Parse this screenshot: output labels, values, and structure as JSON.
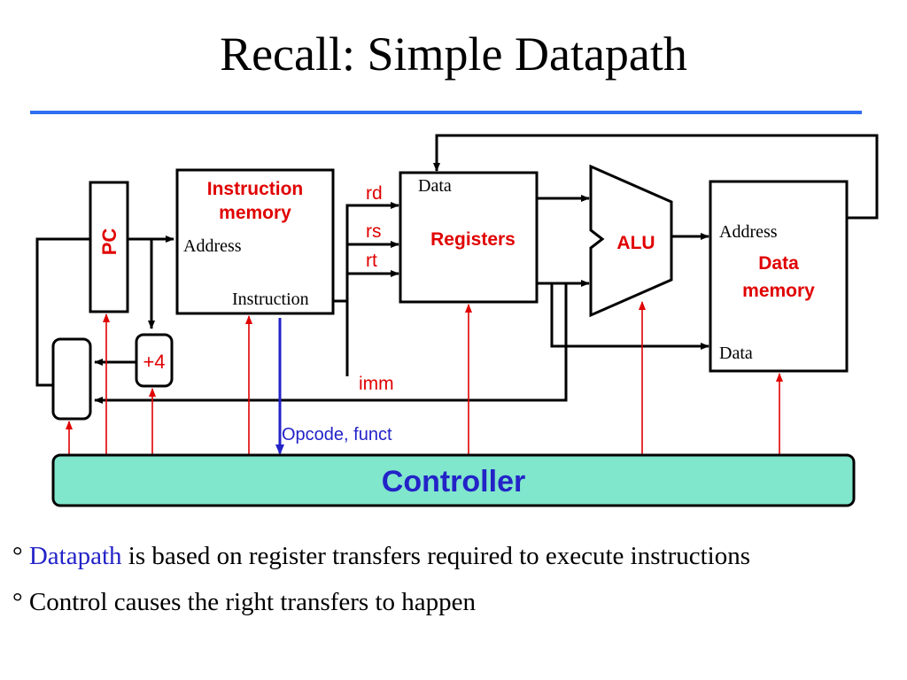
{
  "slide": {
    "title": "Recall: Simple Datapath"
  },
  "diagram": {
    "pc": "PC",
    "instruction_memory": {
      "title_line1": "Instruction",
      "title_line2": "memory",
      "address": "Address",
      "instruction": "Instruction"
    },
    "registers": {
      "title": "Registers",
      "data": "Data",
      "rd": "rd",
      "rs": "rs",
      "rt": "rt"
    },
    "alu": "ALU",
    "data_memory": {
      "title_line1": "Data",
      "title_line2": "memory",
      "address": "Address",
      "data": "Data"
    },
    "adder": "+4",
    "imm": "imm",
    "opcode_funct": "Opcode, funct",
    "controller": "Controller"
  },
  "bullets": [
    {
      "mark": "°",
      "highlight": "Datapath",
      "rest": " is based on register transfers required to execute instructions"
    },
    {
      "mark": "°",
      "highlight": "",
      "rest": " Control causes the right transfers to happen"
    }
  ],
  "colors": {
    "accent_blue": "#2f6ef0",
    "label_red": "#e00000",
    "controller_fill": "#80e6cc",
    "controller_text": "#2323c8",
    "control_line": "#e00000"
  }
}
